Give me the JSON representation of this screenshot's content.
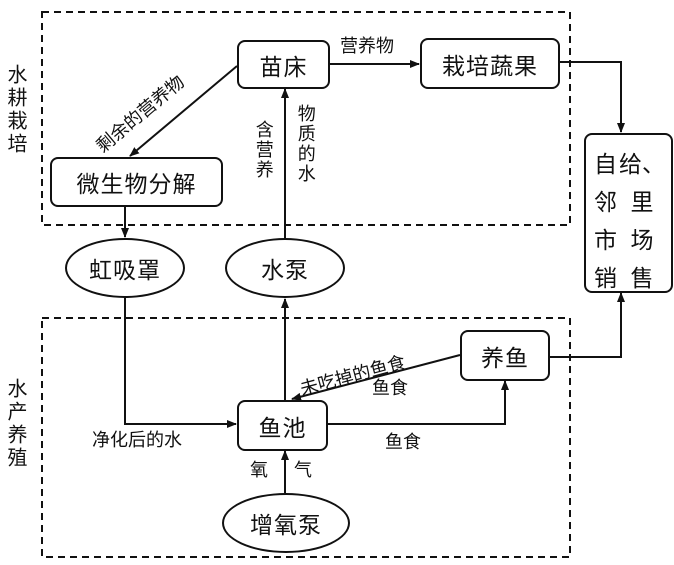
{
  "sections": {
    "hydroponics": "水耕栽培",
    "aquaculture": "水产养殖"
  },
  "nodes": {
    "seedbed": "苗床",
    "vegetables": "栽培蔬果",
    "microbe": "微生物分解",
    "market_chars": [
      "自",
      "给、",
      "邻",
      "里",
      "市",
      "场",
      "销",
      "售"
    ],
    "siphon": "虹吸罩",
    "water_pump": "水泵",
    "fish_pond": "鱼池",
    "fish_farming": "养鱼",
    "oxygen_pump": "增氧泵"
  },
  "edges": {
    "seedbed_to_vegetables": "营养物",
    "seedbed_to_microbe": "剩余的营养物",
    "pump_to_seedbed_left": "含营养",
    "pump_to_seedbed_right": "物质的水",
    "siphon_to_pond": "净化后的水",
    "fish_to_pond": "未吃掉的鱼食",
    "fish_to_pond_below": "鱼食",
    "pond_to_fish": "鱼食",
    "oxygen_left": "氧",
    "oxygen_right": "气"
  }
}
